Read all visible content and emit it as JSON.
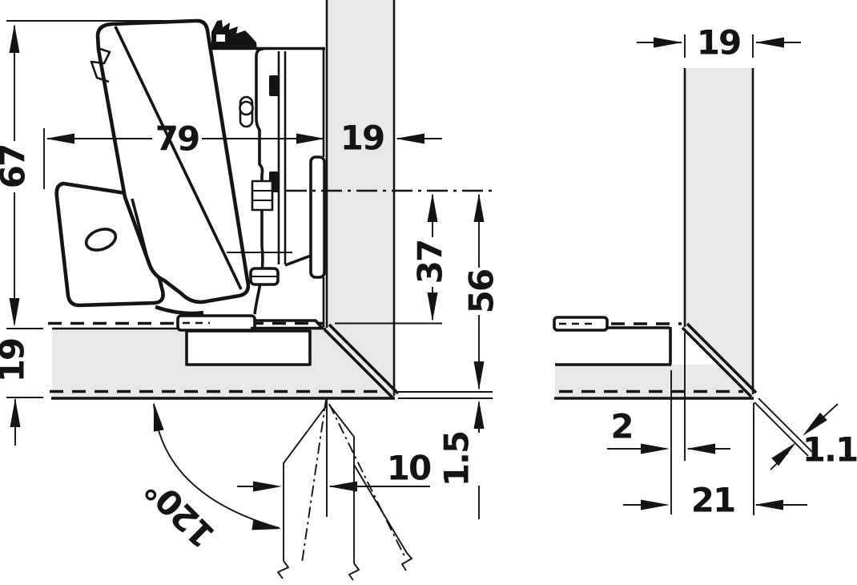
{
  "dims": {
    "d67": "67",
    "d79": "79",
    "d19_door": "19",
    "d37": "37",
    "d56": "56",
    "d19_bottom": "19",
    "d1_5": "1.5",
    "d10": "10",
    "d120": "120°",
    "d19_side": "19",
    "d2": "2",
    "d1_1": "1.1",
    "d21": "21"
  },
  "colors": {
    "background": "#ffffff",
    "panel_fill": "#e8e8e8",
    "line": "#141414"
  }
}
